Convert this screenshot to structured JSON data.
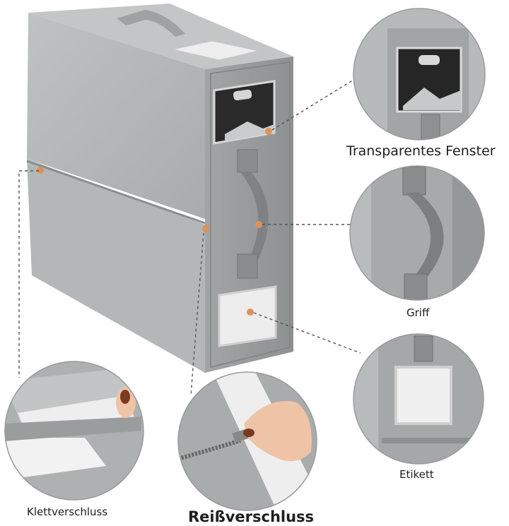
{
  "labels": {
    "window": "Transparentes Fenster",
    "handle": "Griff",
    "tag": "Etikett",
    "velcro": "Klettverschluss",
    "zipper": "Reißverschluss"
  },
  "colors": {
    "fabric_light": "#b6b9b9",
    "fabric_mid": "#a4a7a7",
    "fabric_dark": "#8c8f8f",
    "accent_dot": "#e0915a",
    "leader_line": "#555555",
    "circle_border": "#9a9a9a",
    "velcro": "#f1f1f1",
    "skin": "#efc3a6",
    "nail": "#7a3a22"
  }
}
